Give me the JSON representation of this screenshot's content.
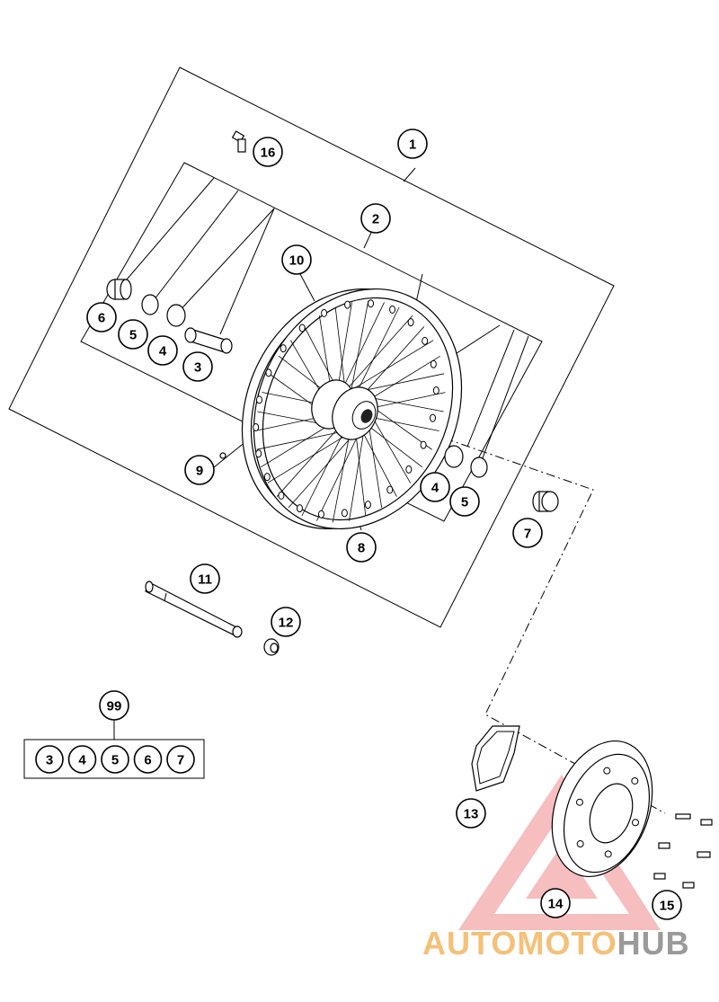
{
  "diagram": {
    "callouts": [
      {
        "id": "c1",
        "label": "1"
      },
      {
        "id": "c2",
        "label": "2"
      },
      {
        "id": "c3",
        "label": "3"
      },
      {
        "id": "c4a",
        "label": "4"
      },
      {
        "id": "c5a",
        "label": "5"
      },
      {
        "id": "c6",
        "label": "6"
      },
      {
        "id": "c4b",
        "label": "4"
      },
      {
        "id": "c5b",
        "label": "5"
      },
      {
        "id": "c7",
        "label": "7"
      },
      {
        "id": "c8",
        "label": "8"
      },
      {
        "id": "c9",
        "label": "9"
      },
      {
        "id": "c10",
        "label": "10"
      },
      {
        "id": "c11",
        "label": "11"
      },
      {
        "id": "c12",
        "label": "12"
      },
      {
        "id": "c13",
        "label": "13"
      },
      {
        "id": "c14",
        "label": "14"
      },
      {
        "id": "c15",
        "label": "15"
      },
      {
        "id": "c16",
        "label": "16"
      },
      {
        "id": "c99",
        "label": "99"
      }
    ],
    "kit_99_contents": [
      "3",
      "4",
      "5",
      "6",
      "7"
    ]
  },
  "watermark": {
    "text_part1": "AUTOMOTO",
    "text_part2": "HUB",
    "color_part1": "#f5c078",
    "color_part2": "#9a9a9a",
    "triangle_color": "#f08a8a"
  }
}
